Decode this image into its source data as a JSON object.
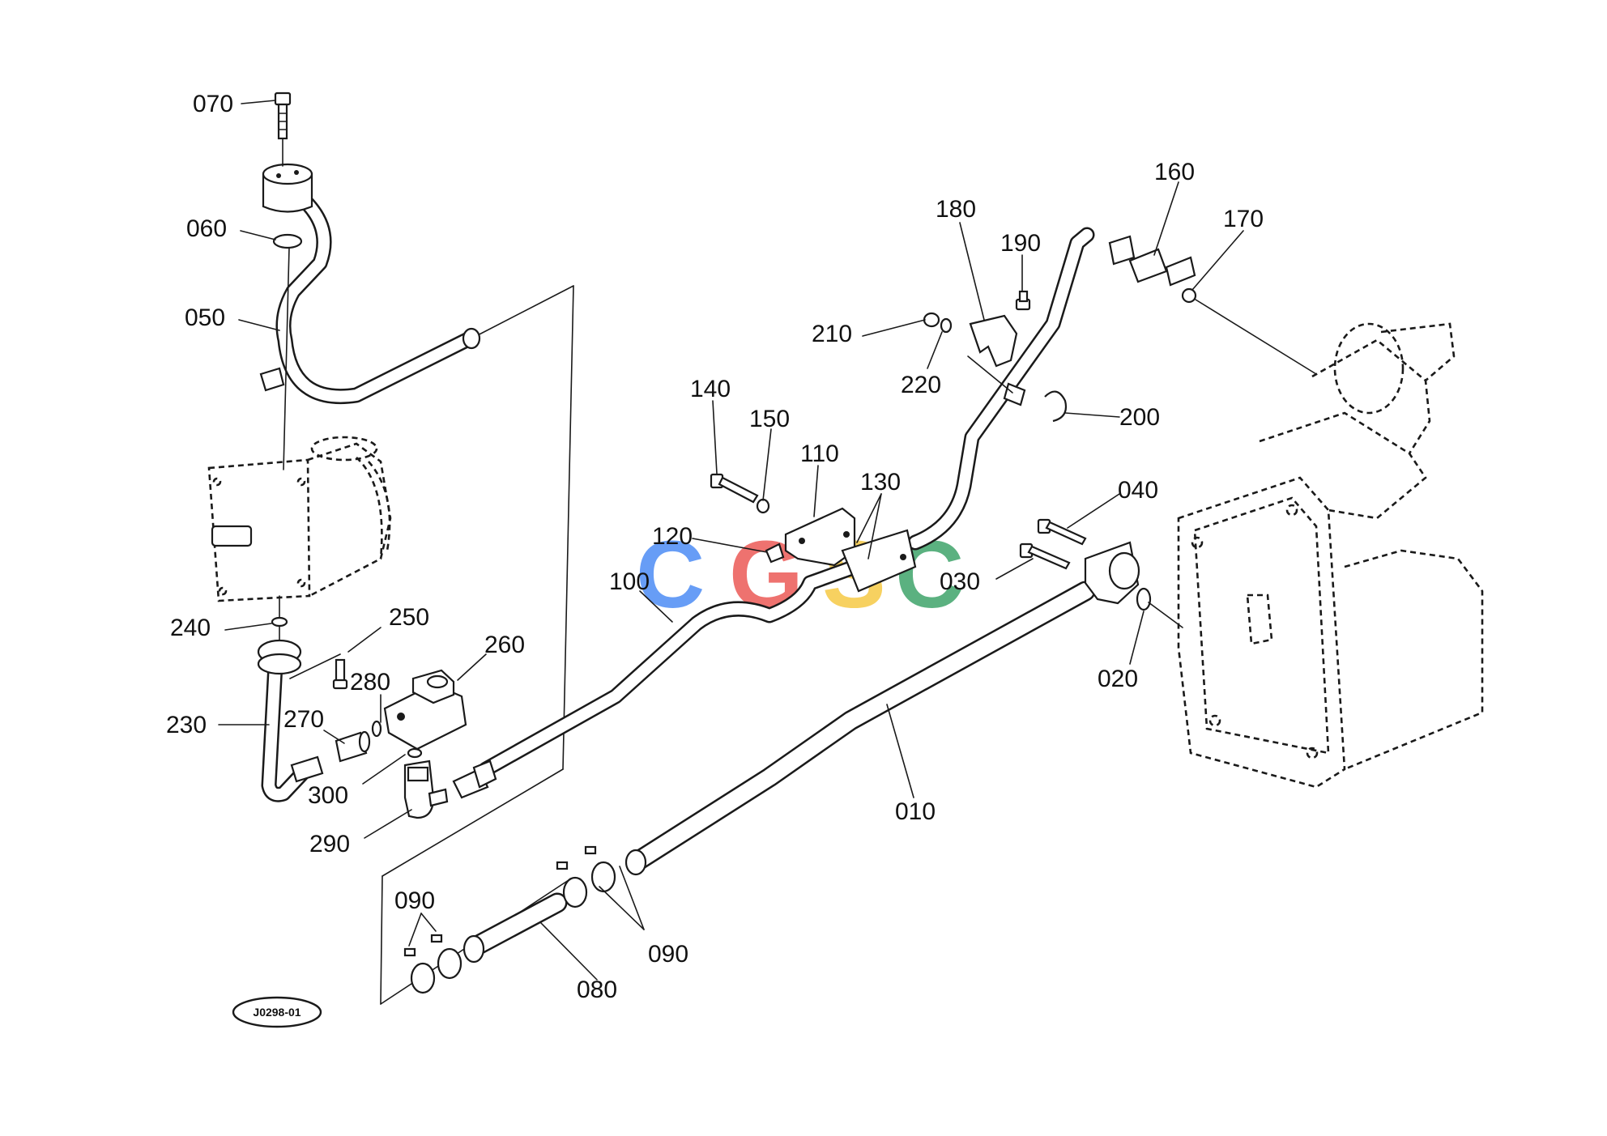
{
  "diagram": {
    "drawing_code": "J0298-01",
    "watermark": {
      "letters": [
        "C",
        "G",
        "S",
        "C"
      ],
      "colors": [
        "#4d8df5",
        "#ec5a57",
        "#f6c945",
        "#3fa46a"
      ]
    },
    "part_labels": [
      "070",
      "060",
      "050",
      "240",
      "250",
      "260",
      "280",
      "270",
      "230",
      "300",
      "290",
      "090",
      "090",
      "080",
      "100",
      "120",
      "140",
      "150",
      "110",
      "130",
      "180",
      "190",
      "210",
      "220",
      "200",
      "160",
      "170",
      "040",
      "030",
      "020",
      "010"
    ]
  }
}
